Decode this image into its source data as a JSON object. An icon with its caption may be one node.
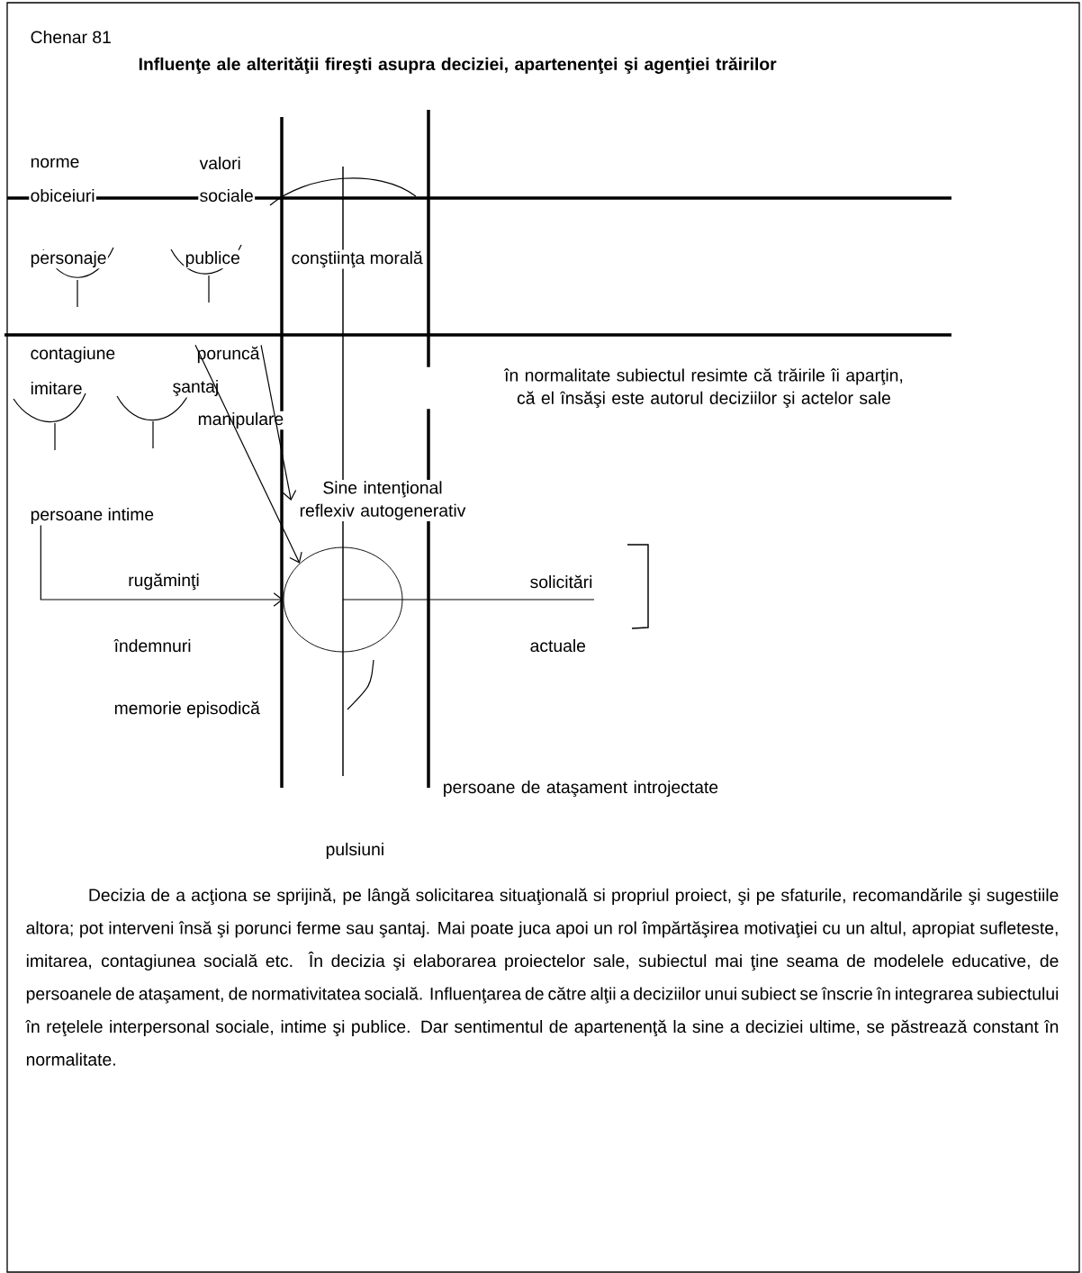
{
  "diagram": {
    "title": "Influenţe ale alterităţii fireşti asupra deciziei, apartenenţei şi agenţiei trăirilor",
    "nodes": [
      {
        "text": [
          "poruncă"
        ]
      },
      {
        "text": [
          "Sine intenţional reflexiv autogenerativ"
        ]
      },
      {
        "text": [
          "persoane intime"
        ]
      },
      {
        "text": [],
        "shape": "circle"
      },
      {
        "text": [
          "solicitări"
        ]
      }
    ],
    "edges": [
      {
        "from": 0,
        "to": 3,
        "arrow": "to"
      },
      {
        "from": 0,
        "to": 1,
        "arrow": "to"
      },
      {
        "from": 2,
        "to": 3,
        "arrow": "to",
        "label": "rugăminţi"
      },
      {
        "from": 3,
        "to": 4,
        "arrow": "none"
      }
    ],
    "labels": [
      "Chenar 81",
      "norme",
      "valori",
      "obiceiuri",
      "sociale",
      "personaje",
      "publice",
      "conştiinţa morală",
      "contagiune",
      "imitare",
      "şantaj",
      "manipulare",
      "în normalitate subiectul resimte că trăirile îi aparţin, că el însăşi este autorul deciziilor şi actelor sale",
      "îndemnuri",
      "actuale",
      "memorie episodică",
      "persoane de ataşament introjectate",
      "pulsiuni",
      "Decizia de a acţiona se sprijină, pe lângă solicitarea situaţională si propriul proiect, şi pe sfaturile, recomandările şi sugestiile altora; pot interveni însă şi porunci ferme sau şantaj. Mai poate juca apoi un rol împărtăşirea motivaţiei cu un altul, apropiat sufleteste, imitarea, contagiunea socială etc. În decizia şi elaborarea proiectelor sale, subiectul mai ţine seama de modelele educative, de persoanele de ataşament, de normativitatea socială. Influenţarea de către alţii a deciziilor unui subiect se înscrie în integrarea subiectului în reţelele interpersonal sociale, intime şi publice. Dar sentimentul de apartenenţă la sine a deciziei ultime, se păstrează constant în normalitate."
    ]
  }
}
